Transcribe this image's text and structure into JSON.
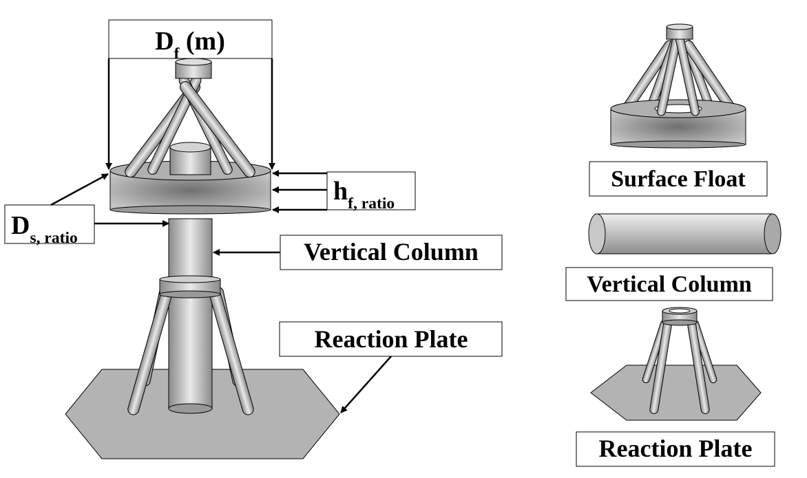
{
  "labels": {
    "df_main": "D",
    "df_sub": "f",
    "df_unit": " (m)",
    "ds_main": "D",
    "ds_sub": "s, ratio",
    "hf_main": "h",
    "hf_sub": "f, ratio",
    "vertical_column": "Vertical Column",
    "reaction_plate": "Reaction Plate"
  },
  "components": {
    "surface_float": "Surface Float",
    "vertical_column": "Vertical Column",
    "reaction_plate": "Reaction Plate"
  },
  "colors": {
    "body_light": "#e8e8e8",
    "body_mid": "#b4b4b4",
    "body_dark": "#7a7a7a",
    "plate_fill": "#b3b3b3",
    "line": "#000000",
    "background": "#ffffff"
  }
}
